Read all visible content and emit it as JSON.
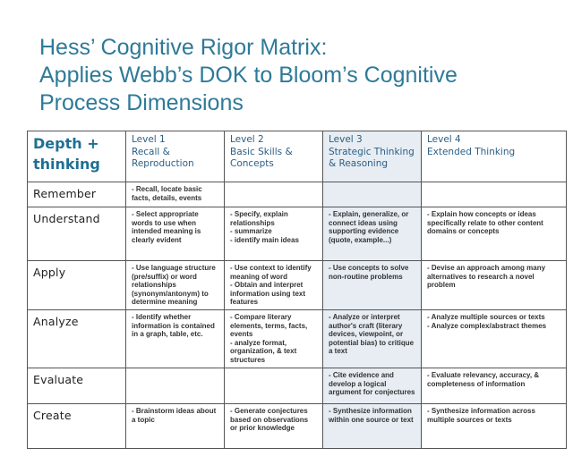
{
  "title": {
    "line1": "Hess’ Cognitive Rigor Matrix:",
    "line2": "Applies Webb’s DOK to Bloom’s Cognitive",
    "line3": "Process Dimensions"
  },
  "matrix": {
    "corner_line1": "Depth +",
    "corner_line2": "thinking",
    "levels": [
      {
        "num": "Level 1",
        "name": "Recall & Reproduction"
      },
      {
        "num": "Level 2",
        "name": "Basic Skills & Concepts"
      },
      {
        "num": "Level 3",
        "name": "Strategic Thinking & Reasoning"
      },
      {
        "num": "Level 4",
        "name": "Extended Thinking"
      }
    ],
    "rows": [
      {
        "label": "Remember",
        "cells": [
          [
            "- Recall, locate basic facts, details, events"
          ],
          [],
          [],
          []
        ]
      },
      {
        "label": "Understand",
        "cells": [
          [
            "- Select appropriate words to use when intended meaning is clearly evident"
          ],
          [
            "- Specify, explain relationships",
            "- summarize",
            "- identify main ideas"
          ],
          [
            "- Explain, generalize, or connect ideas using supporting evidence (quote, example...)"
          ],
          [
            "- Explain how concepts or ideas specifically relate to other content domains or concepts"
          ]
        ]
      },
      {
        "label": "Apply",
        "cells": [
          [
            "- Use language structure (pre/suffix) or word relationships (synonym/antonym) to determine meaning"
          ],
          [
            "- Use context to identify meaning of word",
            "- Obtain and interpret information using text features"
          ],
          [
            "- Use concepts to solve non-routine problems"
          ],
          [
            "- Devise an approach among many alternatives to research a novel problem"
          ]
        ]
      },
      {
        "label": "Analyze",
        "cells": [
          [
            "- Identify whether information is contained in a graph, table, etc."
          ],
          [
            "- Compare literary elements, terms, facts, events",
            "- analyze format, organization, & text structures"
          ],
          [
            "- Analyze or interpret author's craft (literary devices, viewpoint, or potential bias) to critique a text"
          ],
          [
            "- Analyze multiple sources or texts",
            "- Analyze complex/abstract themes"
          ]
        ]
      },
      {
        "label": "Evaluate",
        "cells": [
          [],
          [],
          [
            "- Cite evidence and develop a logical argument for conjectures"
          ],
          [
            "- Evaluate relevancy, accuracy, & completeness of information"
          ]
        ]
      },
      {
        "label": "Create",
        "cells": [
          [
            "- Brainstorm ideas about a topic"
          ],
          [
            "- Generate conjectures based on observations or prior knowledge"
          ],
          [
            "- Synthesize information within one source or text"
          ],
          [
            "- Synthesize information across multiple sources or texts"
          ]
        ]
      }
    ]
  }
}
